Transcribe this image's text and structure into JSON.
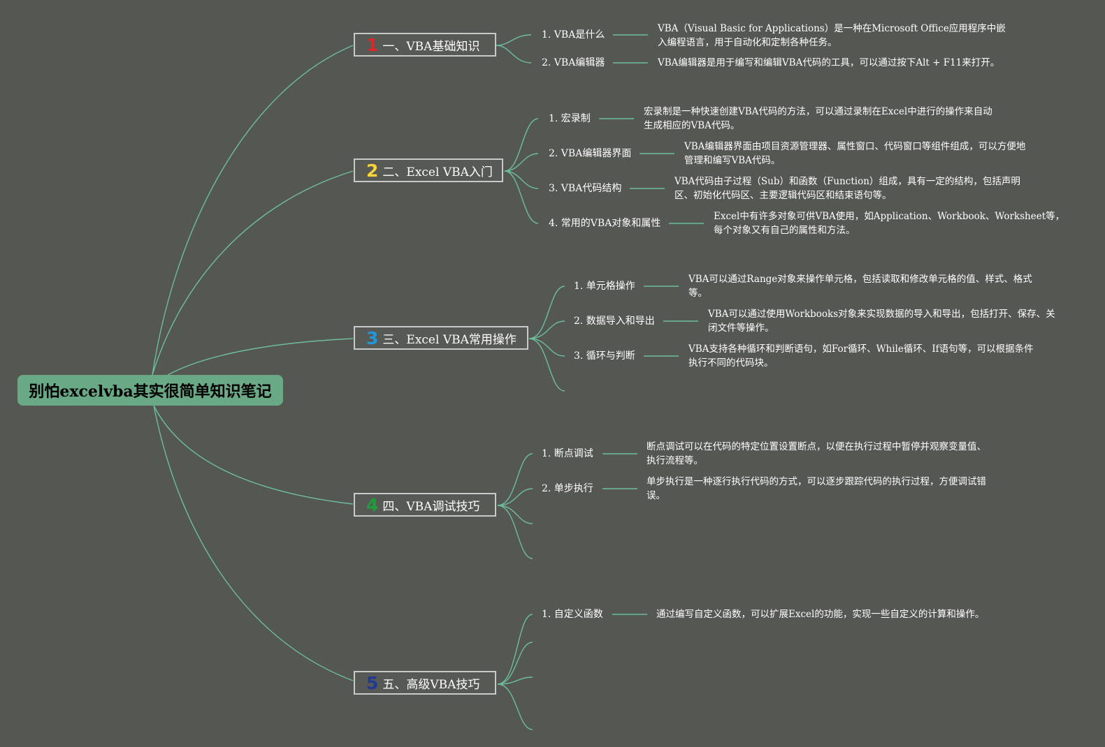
{
  "root": {
    "title": "别怕excelvba其实很简单知识笔记"
  },
  "colors": {
    "background": "#555753",
    "line": "#6dbf9c",
    "root_fill": "#6aa985",
    "num1": "#e0262b",
    "num2": "#f6d33c",
    "num3": "#2196d8",
    "num4": "#1e9e3a",
    "num5": "#1f3a8f"
  },
  "branches": [
    {
      "num": "1",
      "label": "一、VBA基础知识",
      "topics": [
        {
          "label": "1. VBA是什么",
          "detail": "VBA（Visual Basic for Applications）是一种在Microsoft Office应用程序中嵌入编程语言，用于自动化和定制各种任务。"
        },
        {
          "label": "2. VBA编辑器",
          "detail": "VBA编辑器是用于编写和编辑VBA代码的工具，可以通过按下Alt + F11来打开。"
        }
      ]
    },
    {
      "num": "2",
      "label": "二、Excel VBA入门",
      "topics": [
        {
          "label": "1. 宏录制",
          "detail": "宏录制是一种快速创建VBA代码的方法，可以通过录制在Excel中进行的操作来自动生成相应的VBA代码。"
        },
        {
          "label": "2. VBA编辑器界面",
          "detail": "VBA编辑器界面由项目资源管理器、属性窗口、代码窗口等组件组成，可以方便地管理和编写VBA代码。"
        },
        {
          "label": "3. VBA代码结构",
          "detail": "VBA代码由子过程（Sub）和函数（Function）组成，具有一定的结构，包括声明区、初始化代码区、主要逻辑代码区和结束语句等。"
        },
        {
          "label": "4. 常用的VBA对象和属性",
          "detail": "Excel中有许多对象可供VBA使用，如Application、Workbook、Worksheet等，每个对象又有自己的属性和方法。"
        }
      ]
    },
    {
      "num": "3",
      "label": "三、Excel VBA常用操作",
      "topics": [
        {
          "label": "1. 单元格操作",
          "detail": "VBA可以通过Range对象来操作单元格，包括读取和修改单元格的值、样式、格式等。"
        },
        {
          "label": "2. 数据导入和导出",
          "detail": "VBA可以通过使用Workbooks对象来实现数据的导入和导出，包括打开、保存、关闭文件等操作。"
        },
        {
          "label": "3. 循环与判断",
          "detail": "VBA支持各种循环和判断语句，如For循环、While循环、If语句等，可以根据条件执行不同的代码块。"
        }
      ]
    },
    {
      "num": "4",
      "label": "四、VBA调试技巧",
      "topics": [
        {
          "label": "1. 断点调试",
          "detail": "断点调试可以在代码的特定位置设置断点，以便在执行过程中暂停并观察变量值、执行流程等。"
        },
        {
          "label": "2. 单步执行",
          "detail": "单步执行是一种逐行执行代码的方式，可以逐步跟踪代码的执行过程，方便调试错误。"
        }
      ]
    },
    {
      "num": "5",
      "label": "五、高级VBA技巧",
      "topics": [
        {
          "label": "1. 自定义函数",
          "detail": "通过编写自定义函数，可以扩展Excel的功能，实现一些自定义的计算和操作。"
        }
      ]
    }
  ]
}
